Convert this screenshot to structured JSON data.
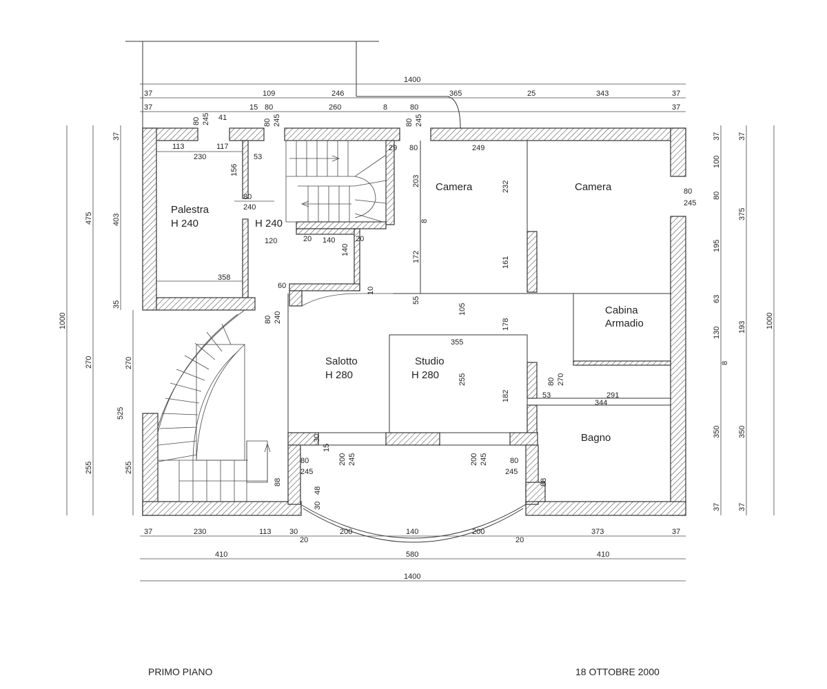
{
  "plan": {
    "footer": {
      "title": "PRIMO PIANO",
      "date": "18 OTTOBRE 2000"
    },
    "rooms": {
      "palestra": {
        "name": "Palestra",
        "h": "H 240"
      },
      "corridor": {
        "h": "H 240"
      },
      "camera1": {
        "name": "Camera"
      },
      "camera2": {
        "name": "Camera"
      },
      "cabina": {
        "line1": "Cabina",
        "line2": "Armadio"
      },
      "salotto": {
        "name": "Salotto",
        "h": "H 280"
      },
      "studio": {
        "name": "Studio",
        "h": "H 280"
      },
      "bagno": {
        "name": "Bagno"
      }
    },
    "dims": {
      "top_total": "1400",
      "top_row1": [
        "37",
        "109",
        "246",
        "365",
        "25",
        "343",
        "37"
      ],
      "top_row2": [
        "37",
        "15",
        "80",
        "260",
        "8",
        "80",
        "37"
      ],
      "top_openings": [
        "80",
        "245",
        "41",
        "80",
        "245",
        "80",
        "245"
      ],
      "bottom_row1": [
        "37",
        "230",
        "113",
        "30",
        "20",
        "200",
        "140",
        "200",
        "20",
        "373",
        "37"
      ],
      "bottom_row2": [
        "410",
        "580",
        "410"
      ],
      "bottom_total": "1400",
      "left_outer": "1000",
      "left_mid": [
        "475",
        "270",
        "255"
      ],
      "left_inner": [
        "37",
        "403",
        "35",
        "270",
        "525",
        "255"
      ],
      "right_outer": "1000",
      "right_mid": [
        "37",
        "375",
        "193",
        "350",
        "37"
      ],
      "right_inner": [
        "37",
        "100",
        "80",
        "195",
        "63",
        "130",
        "8",
        "350",
        "37"
      ],
      "interior": [
        "113",
        "117",
        "230",
        "53",
        "156",
        "80",
        "240",
        "120",
        "20",
        "140",
        "20",
        "140",
        "358",
        "60",
        "80",
        "240",
        "29",
        "80",
        "249",
        "203",
        "8",
        "172",
        "55",
        "232",
        "161",
        "10",
        "105",
        "178",
        "355",
        "255",
        "182",
        "80",
        "245",
        "80",
        "270",
        "53",
        "291",
        "344",
        "30",
        "15",
        "200",
        "245",
        "200",
        "245",
        "80",
        "245",
        "80",
        "245",
        "88",
        "48",
        "30",
        "88"
      ]
    }
  }
}
